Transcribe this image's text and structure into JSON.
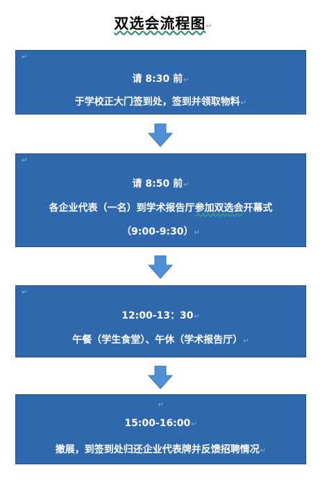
{
  "title": "双选会流程图",
  "para_mark": "↵",
  "steps": [
    {
      "lines": [
        "请 8:30 前",
        "于学校正大门签到处，签到并领取物料"
      ]
    },
    {
      "lines": [
        "请 8:50 前",
        "各企业代表（一名）到学术报告厅",
        "参加双选会",
        "开幕式",
        "（9:00-9:30）"
      ]
    },
    {
      "lines": [
        "12:00-13：30",
        "午餐（学生食堂）、午休（学术报告厅）"
      ]
    },
    {
      "lines": [
        "15:00-16:00",
        "撤展，到签到处归还企业代表牌并反馈招聘情况"
      ]
    }
  ],
  "colors": {
    "box_fill": "#2f68ad",
    "arrow_fill": "#4f8fd6"
  }
}
